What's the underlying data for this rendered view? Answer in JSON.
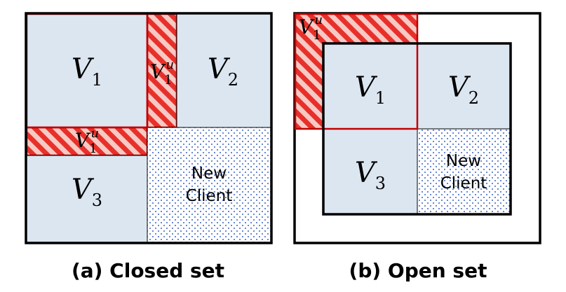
{
  "panels": [
    {
      "caption": "(a) Closed set",
      "regions": {
        "v1": {
          "script": "V",
          "sub": "1"
        },
        "v2": {
          "script": "V",
          "sub": "2"
        },
        "v3": {
          "script": "V",
          "sub": "3"
        },
        "u_vertical": {
          "script": "V",
          "sub": "1",
          "sup": "u"
        },
        "u_horizontal": {
          "script": "V",
          "sub": "1",
          "sup": "u"
        },
        "new_client": {
          "line1": "New",
          "line2": "Client"
        }
      }
    },
    {
      "caption": "(b) Open set",
      "regions": {
        "v1": {
          "script": "V",
          "sub": "1"
        },
        "v2": {
          "script": "V",
          "sub": "2"
        },
        "v3": {
          "script": "V",
          "sub": "3"
        },
        "u_corner": {
          "script": "V",
          "sub": "1",
          "sup": "u"
        },
        "new_client": {
          "line1": "New",
          "line2": "Client"
        }
      }
    }
  ],
  "colors": {
    "region_fill": "#dce6f1",
    "border": "#000000",
    "hatch_red": "#e8302a",
    "hatch_pink": "#f6c9c4",
    "red_outline": "#c00000",
    "dot_blue": "#3b62c4"
  }
}
